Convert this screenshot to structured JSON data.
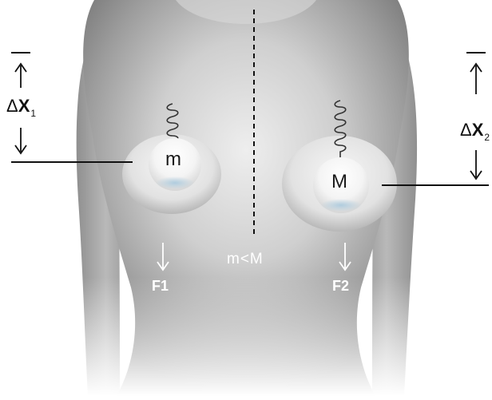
{
  "diagram": {
    "left_mass_label": "m",
    "right_mass_label": "M",
    "left_force_label": "F1",
    "right_force_label": "F2",
    "comparison_label": "m<M",
    "left_displacement": {
      "delta": "Δ",
      "var": "X",
      "sub": "1"
    },
    "right_displacement": {
      "delta": "Δ",
      "var": "X",
      "sub": "2"
    }
  },
  "colors": {
    "background": "#ffffff",
    "body_shade": "#9a9a9a",
    "body_light": "#e4e4e4",
    "mass_fill": "#f8f8f8",
    "mass_tint": "#a9c9dd",
    "line": "#111111",
    "white_text": "#ffffff"
  },
  "icons": {
    "spring": "coil-spring-icon",
    "arrow_down": "down-arrow-icon",
    "arrow_updown": "double-headed-arrow-icon"
  }
}
